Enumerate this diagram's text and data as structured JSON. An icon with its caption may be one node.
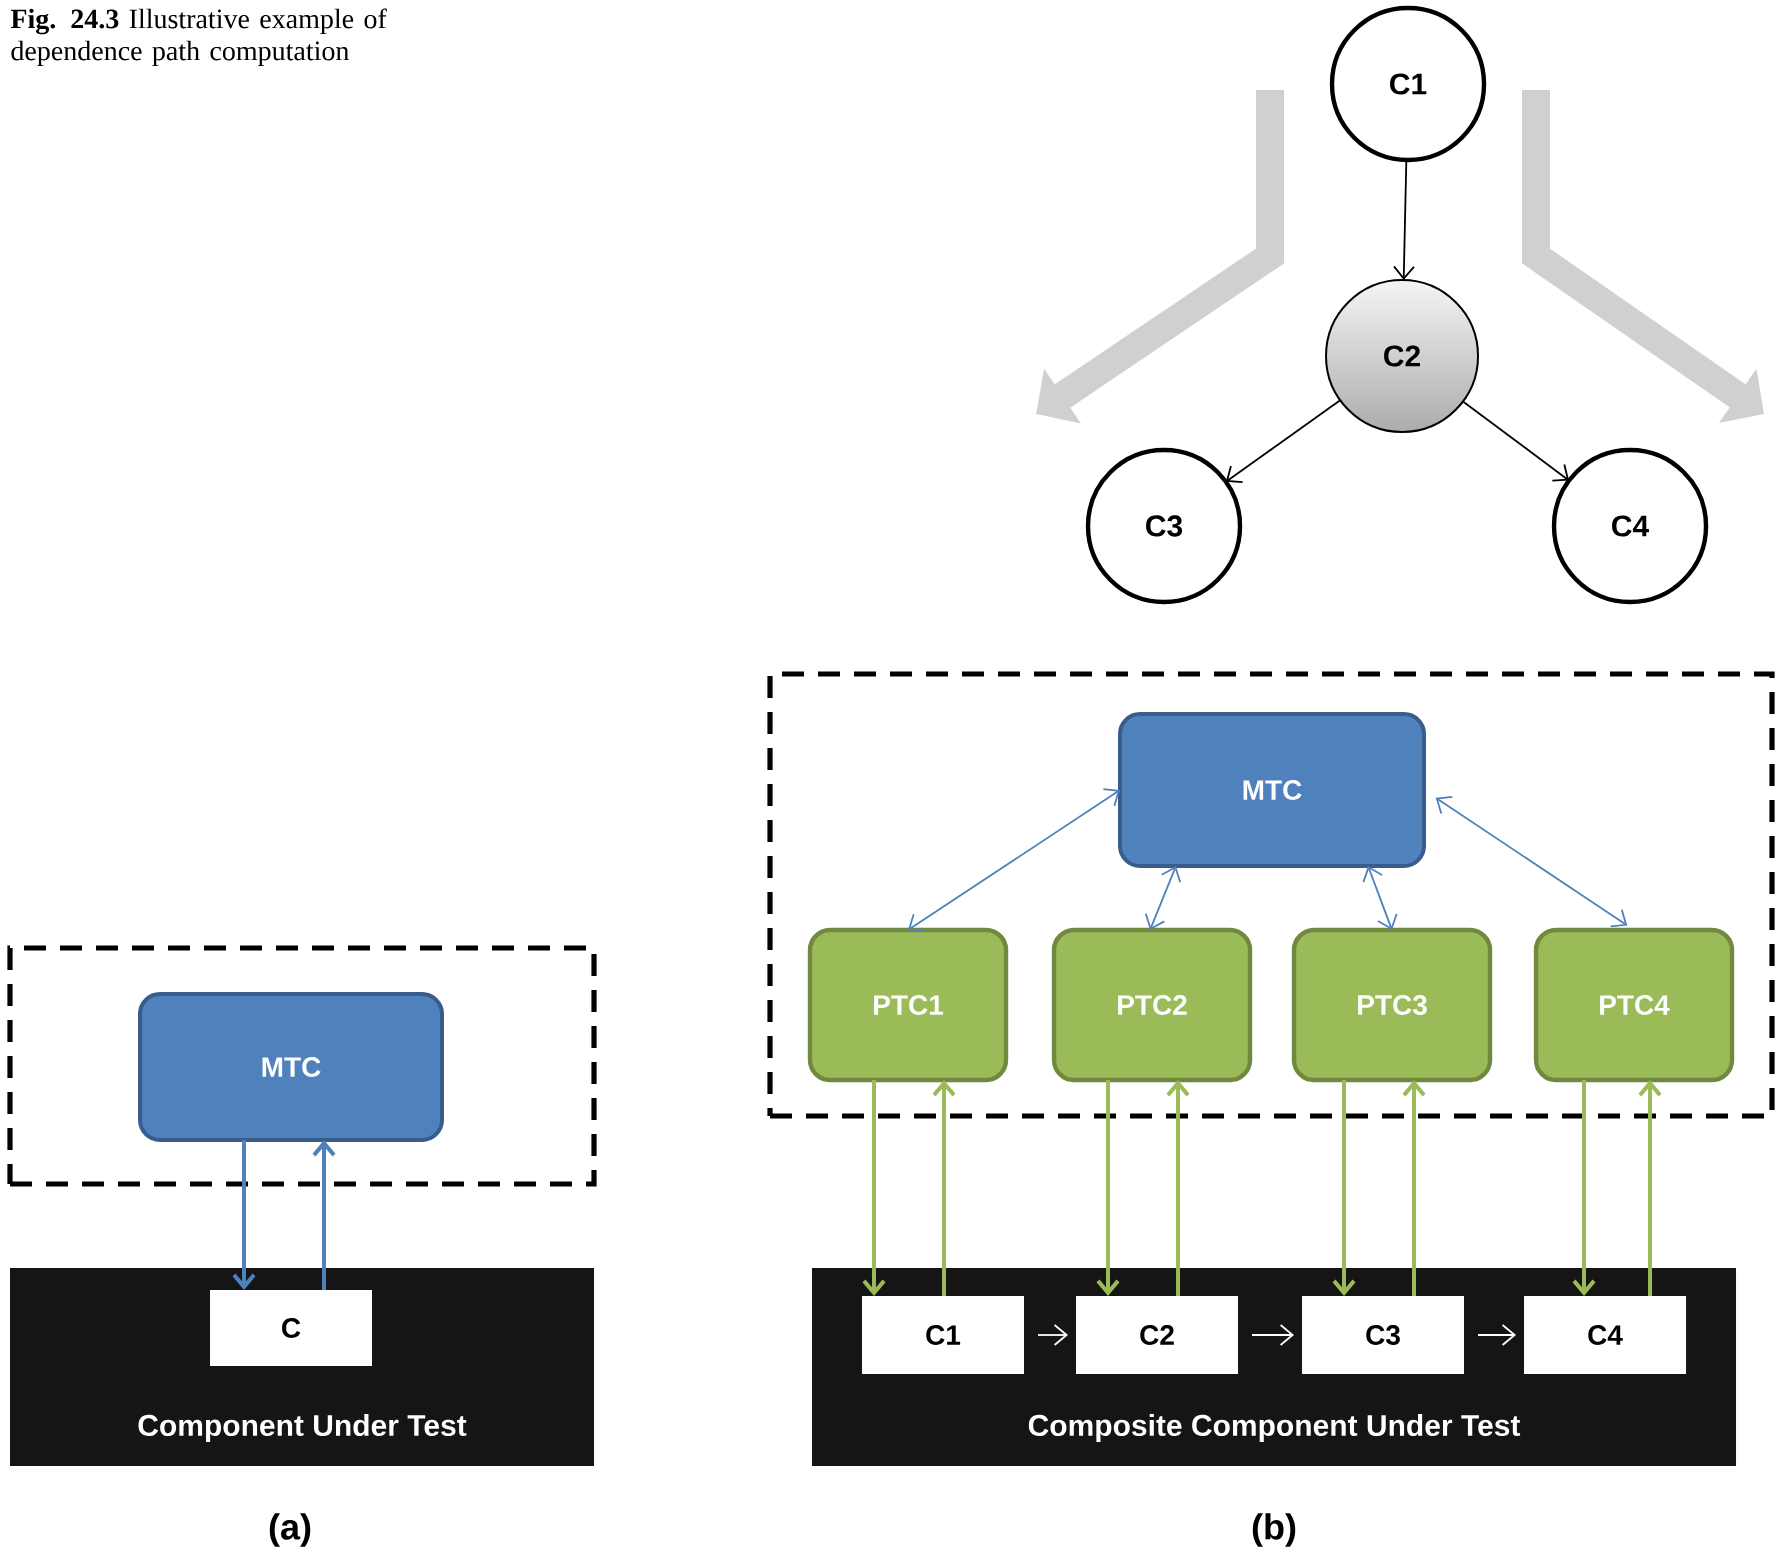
{
  "diagram": {
    "caption": "**Fig. 24.3** Illustrative example of dependence path computation",
    "nodes": [
      {
        "text": [],
        "shape": "box"
      },
      {
        "text": [
          "MTC"
        ],
        "in": 0
      },
      {
        "text": [
          "Component Under Test"
        ]
      },
      {
        "text": [
          "C"
        ],
        "in": 2
      },
      {
        "text": [
          "C1"
        ]
      },
      {
        "text": [
          "C2"
        ]
      },
      {
        "text": [
          "C3"
        ]
      },
      {
        "text": [
          "C4"
        ]
      },
      {
        "text": [],
        "shape": "box"
      },
      {
        "text": [
          "MTC"
        ],
        "in": 8
      },
      {
        "text": [
          "PTC1"
        ],
        "in": 8
      },
      {
        "text": [
          "PTC2"
        ],
        "in": 8
      },
      {
        "text": [
          "PTC3"
        ],
        "in": 8
      },
      {
        "text": [
          "PTC4"
        ],
        "in": 8
      },
      {
        "text": [
          "Composite Component Under Test"
        ]
      },
      {
        "text": [
          "C1"
        ],
        "in": 14
      },
      {
        "text": [
          "C2"
        ],
        "in": 14
      },
      {
        "text": [
          "C3"
        ],
        "in": 14
      },
      {
        "text": [
          "C4"
        ],
        "in": 14
      }
    ],
    "edges": [
      {
        "from": 4,
        "to": 5,
        "arrow": "to",
        "color": "#000000"
      },
      {
        "from": 5,
        "to": 6,
        "arrow": "to",
        "color": "#000000"
      },
      {
        "from": 5,
        "to": 7,
        "arrow": "to",
        "color": "#000000"
      },
      {
        "from": 1,
        "to": 3,
        "arrow": "to",
        "color": "#4f81bd"
      },
      {
        "from": 3,
        "to": 1,
        "arrow": "to",
        "color": "#4f81bd"
      },
      {
        "from": 9,
        "to": 10,
        "arrow": "both",
        "color": "#4f81bd"
      },
      {
        "from": 9,
        "to": 11,
        "arrow": "both",
        "color": "#4f81bd"
      },
      {
        "from": 9,
        "to": 12,
        "arrow": "both",
        "color": "#4f81bd"
      },
      {
        "from": 9,
        "to": 13,
        "arrow": "both",
        "color": "#4f81bd"
      },
      {
        "from": 10,
        "to": 15,
        "arrow": "to"
      },
      {
        "from": 15,
        "to": 10,
        "arrow": "to"
      },
      {
        "from": 11,
        "to": 16,
        "arrow": "to"
      },
      {
        "from": 16,
        "to": 11,
        "arrow": "to"
      },
      {
        "from": 12,
        "to": 17,
        "arrow": "to"
      },
      {
        "from": 17,
        "to": 12,
        "arrow": "to"
      },
      {
        "from": 13,
        "to": 18,
        "arrow": "to"
      },
      {
        "from": 18,
        "to": 13,
        "arrow": "to"
      },
      {
        "from": 15,
        "to": 16,
        "arrow": "to",
        "color": "#ffffff"
      },
      {
        "from": 16,
        "to": 17,
        "arrow": "to",
        "color": "#ffffff"
      },
      {
        "from": 17,
        "to": 18,
        "arrow": "to",
        "color": "#ffffff"
      }
    ],
    "labels": [
      "(a)",
      "(b)"
    ]
  }
}
